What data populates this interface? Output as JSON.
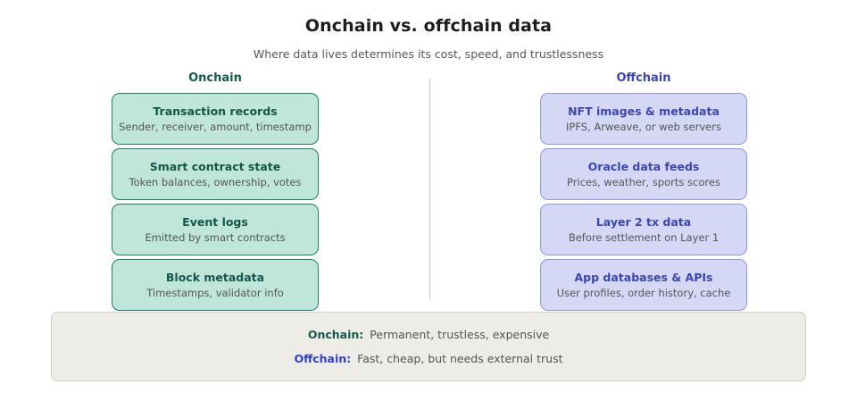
{
  "header": {
    "title": "Onchain vs. offchain data",
    "subtitle": "Where data lives determines its cost, speed, and trustlessness"
  },
  "columns": {
    "left": {
      "heading": "Onchain",
      "accent": "#15594b",
      "card_bg": "#bfe6d8",
      "card_border": "#1c7f68",
      "cards": [
        {
          "title": "Transaction records",
          "desc": "Sender, receiver, amount, timestamp"
        },
        {
          "title": "Smart contract state",
          "desc": "Token balances, ownership, votes"
        },
        {
          "title": "Event logs",
          "desc": "Emitted by smart contracts"
        },
        {
          "title": "Block metadata",
          "desc": "Timestamps, validator info"
        }
      ]
    },
    "right": {
      "heading": "Offchain",
      "accent": "#3b46b4",
      "card_bg": "#d4d8f4",
      "card_border": "#8f98d8",
      "cards": [
        {
          "title": "NFT images & metadata",
          "desc": "IPFS, Arweave, or web servers"
        },
        {
          "title": "Oracle data feeds",
          "desc": "Prices, weather, sports scores"
        },
        {
          "title": "Layer 2 tx data",
          "desc": "Before settlement on Layer 1"
        },
        {
          "title": "App databases & APIs",
          "desc": "User profiles, order history, cache"
        }
      ]
    }
  },
  "summary": {
    "lines": [
      {
        "label": "Onchain:",
        "text": "Permanent, trustless, expensive"
      },
      {
        "label": "Offchain:",
        "text": "Fast, cheap, but needs external trust"
      }
    ]
  }
}
